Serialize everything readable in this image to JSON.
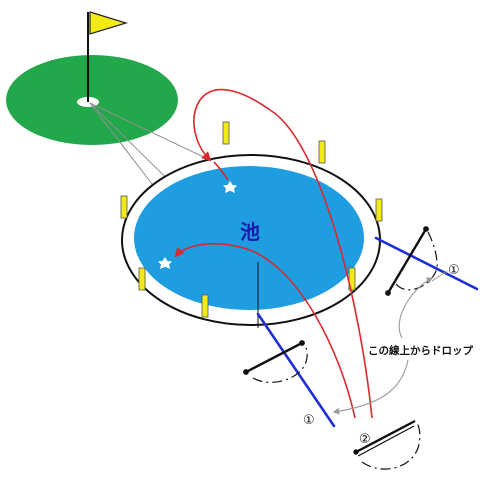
{
  "diagram": {
    "pond_label": "池",
    "drop_instruction": "この線上からドロップ",
    "marker_1_upper": "①",
    "marker_1_lower": "①",
    "marker_2": "②",
    "colors": {
      "green": "#22a84a",
      "water": "#1e9de0",
      "stake": "#f2ea18",
      "flag": "#f4ea14",
      "ball_path": "#d9292e",
      "line_blue": "#1e2fd6",
      "grey_line": "#8f8f8f"
    }
  }
}
